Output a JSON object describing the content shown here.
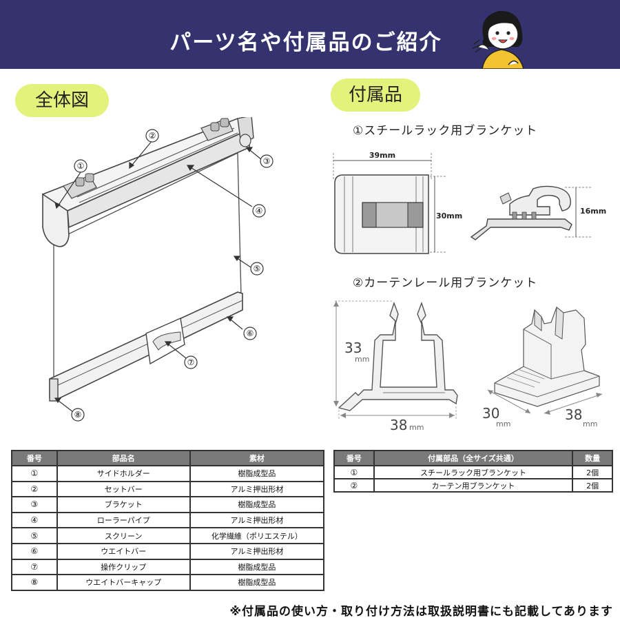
{
  "header": {
    "title": "パーツ名や付属品のご紹介"
  },
  "overview": {
    "pill": "全体図",
    "callouts": [
      "①",
      "②",
      "③",
      "④",
      "⑤",
      "⑥",
      "⑦",
      "⑧"
    ]
  },
  "accessories": {
    "pill": "付属品",
    "item1": {
      "label": "①スチールラック用ブランケット",
      "width": "39mm",
      "height": "30mm",
      "depth": "16mm"
    },
    "item2": {
      "label": "②カーテンレール用ブランケット",
      "height_num": "33",
      "height_unit": "mm",
      "width_num": "38",
      "width_unit": "mm",
      "iso_a_num": "30",
      "iso_a_unit": "mm",
      "iso_b_num": "38",
      "iso_b_unit": "mm"
    }
  },
  "parts_table": {
    "headers": [
      "番号",
      "部品名",
      "素材"
    ],
    "rows": [
      [
        "①",
        "サイドホルダー",
        "樹脂成型品"
      ],
      [
        "②",
        "セットバー",
        "アルミ押出形材"
      ],
      [
        "③",
        "ブラケット",
        "樹脂成型品"
      ],
      [
        "④",
        "ローラーパイプ",
        "アルミ押出形材"
      ],
      [
        "⑤",
        "スクリーン",
        "化学繊維（ポリエステル）"
      ],
      [
        "⑥",
        "ウエイトバー",
        "アルミ押出形材"
      ],
      [
        "⑦",
        "操作クリップ",
        "樹脂成型品"
      ],
      [
        "⑧",
        "ウエイトバーキャップ",
        "樹脂成型品"
      ]
    ]
  },
  "accessory_table": {
    "headers": [
      "番号",
      "付属部品（全サイズ共通）",
      "数量"
    ],
    "rows": [
      [
        "①",
        "スチールラック用ブランケット",
        "2個"
      ],
      [
        "②",
        "カーテン用ブランケット",
        "2個"
      ]
    ]
  },
  "footnote": "※付属品の使い方・取り付け方法は取扱説明書にも記載してあります"
}
